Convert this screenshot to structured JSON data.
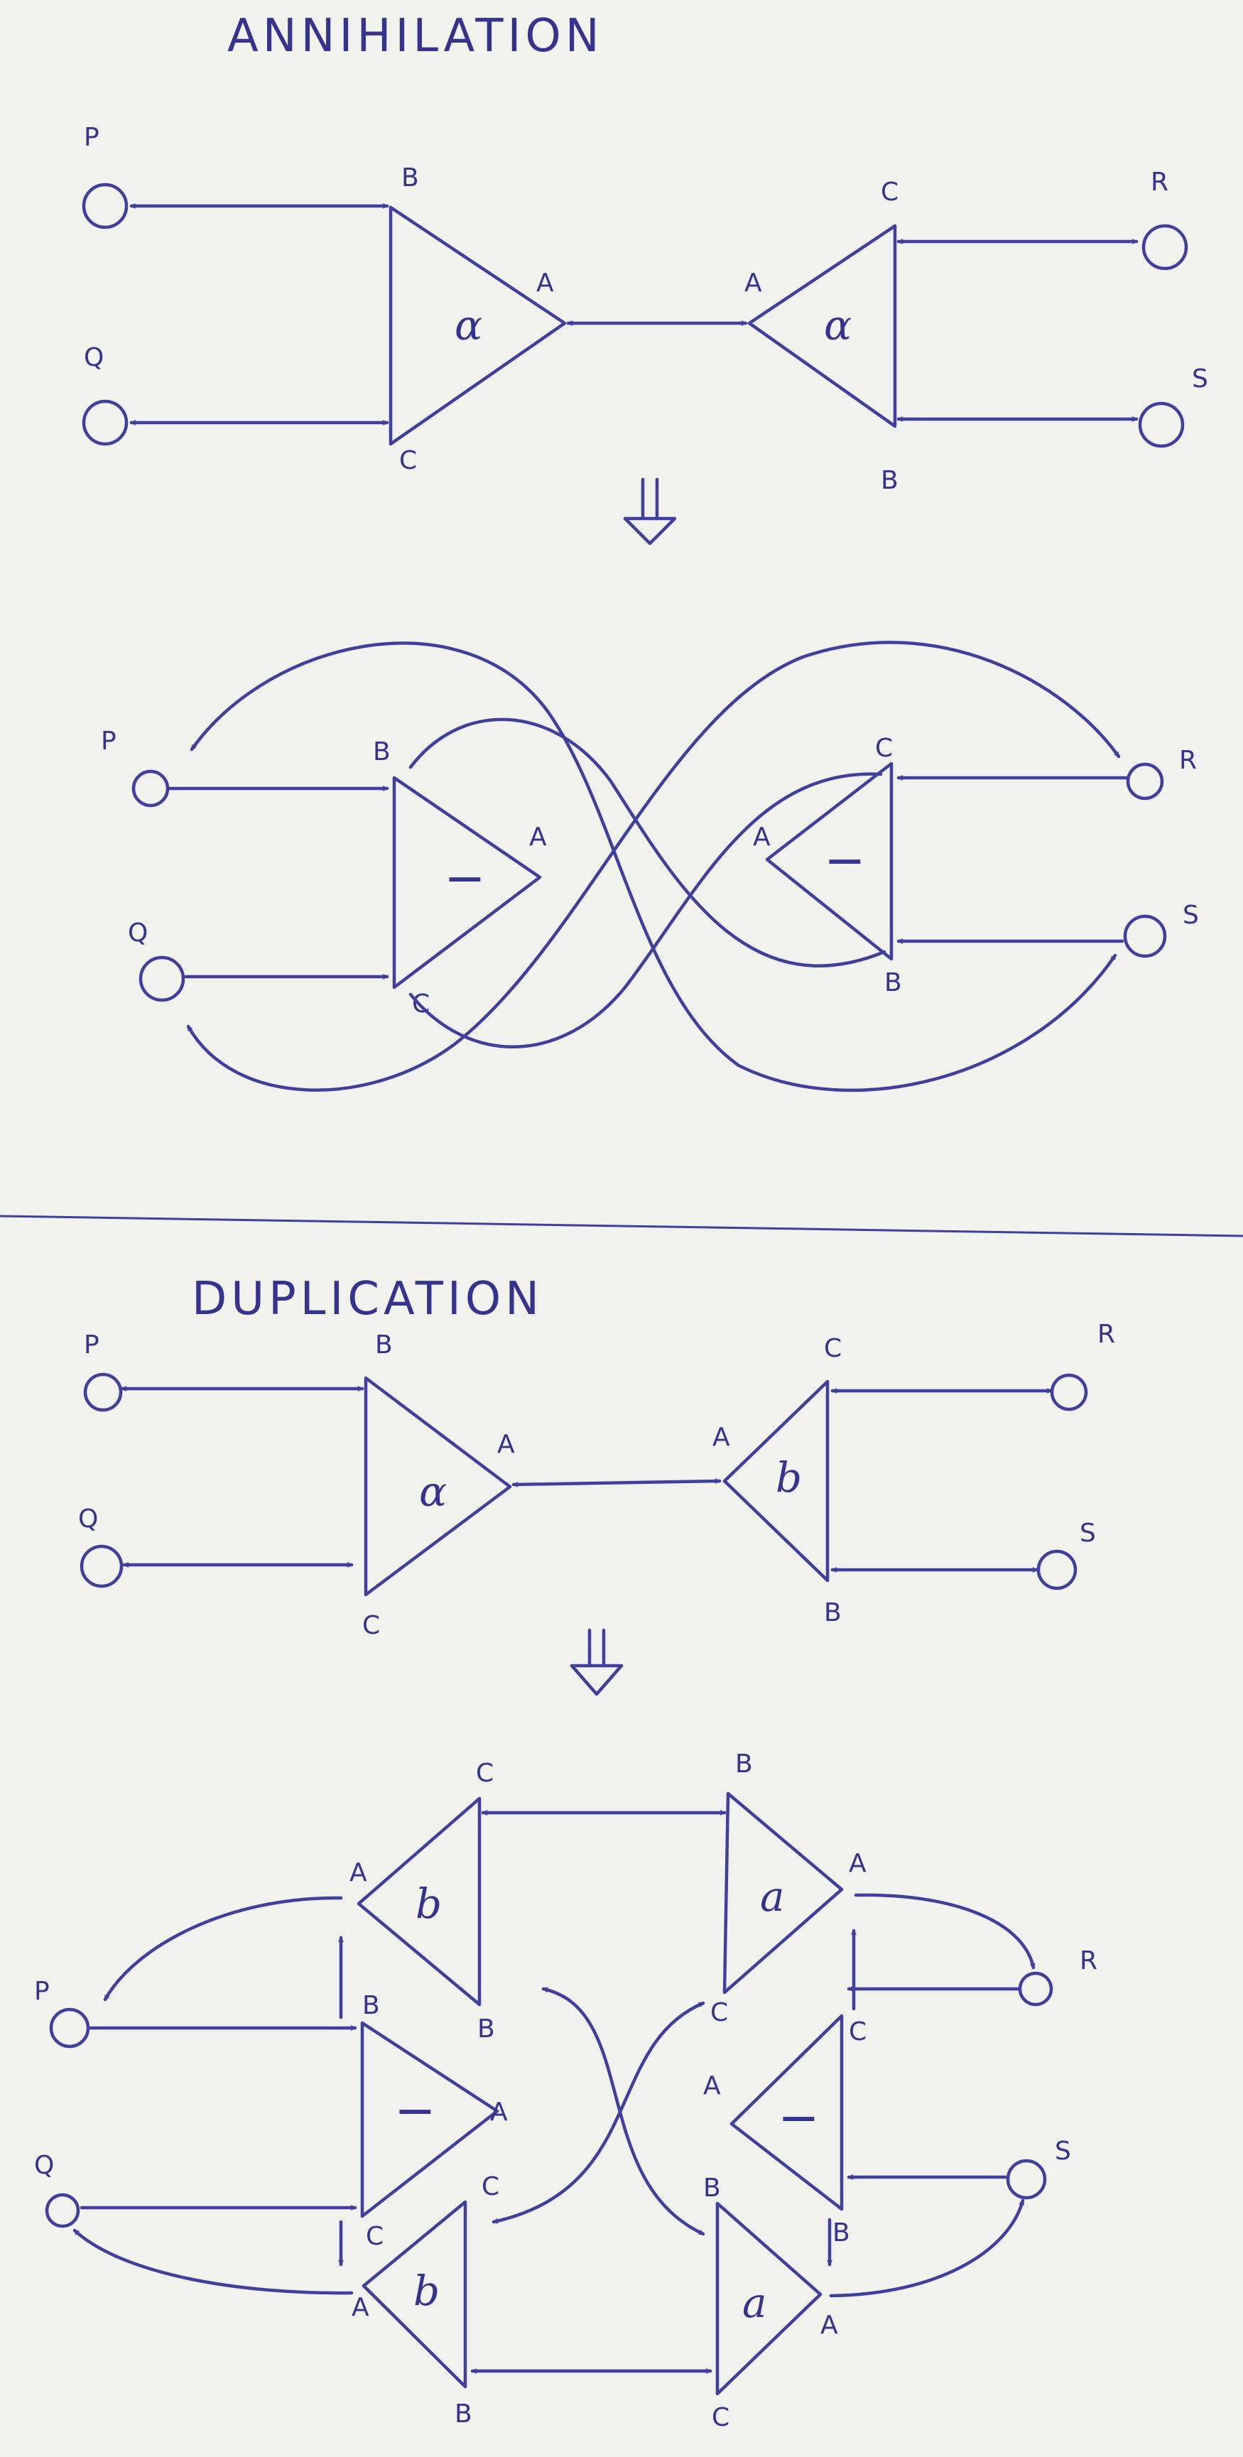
{
  "sections": {
    "annihilation": {
      "title": "ANNIHILATION"
    },
    "duplication": {
      "title": "DUPLICATION"
    }
  },
  "ports": {
    "principal": "A",
    "aux_b": "B",
    "aux_c": "C"
  },
  "free_ports": {
    "p": "P",
    "q": "Q",
    "r": "R",
    "s": "S"
  },
  "cell_symbols": {
    "alpha": "α",
    "a": "a",
    "b": "b",
    "dual": "−"
  },
  "colors": {
    "ink": "#3f3f9e",
    "paper": "#f1f1ee"
  }
}
